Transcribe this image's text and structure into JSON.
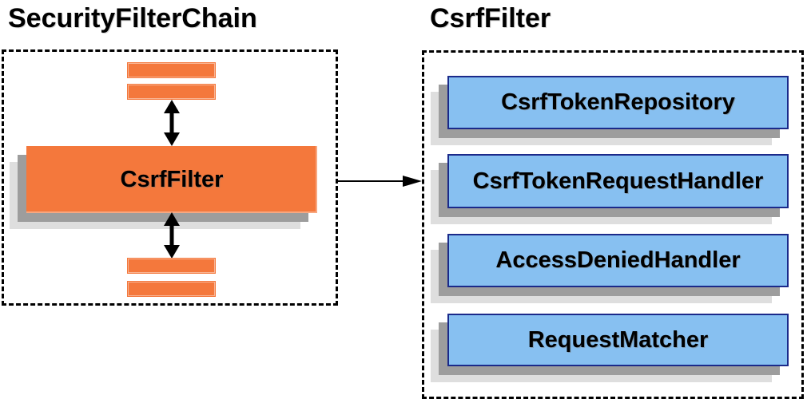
{
  "left_panel": {
    "title": "SecurityFilterChain",
    "main_filter": "CsrfFilter"
  },
  "right_panel": {
    "title": "CsrfFilter",
    "components": [
      "CsrfTokenRepository",
      "CsrfTokenRequestHandler",
      "AccessDeniedHandler",
      "RequestMatcher"
    ]
  },
  "colors": {
    "orange_fill": "#f4783c",
    "blue_fill": "#87c0f1",
    "blue_border": "#1b2a8a",
    "shadow_dark": "#9d9d9d",
    "shadow_light": "#dedede",
    "arrow_color": "#000000",
    "dashed_border": "#000000",
    "text_color": "#000000"
  }
}
